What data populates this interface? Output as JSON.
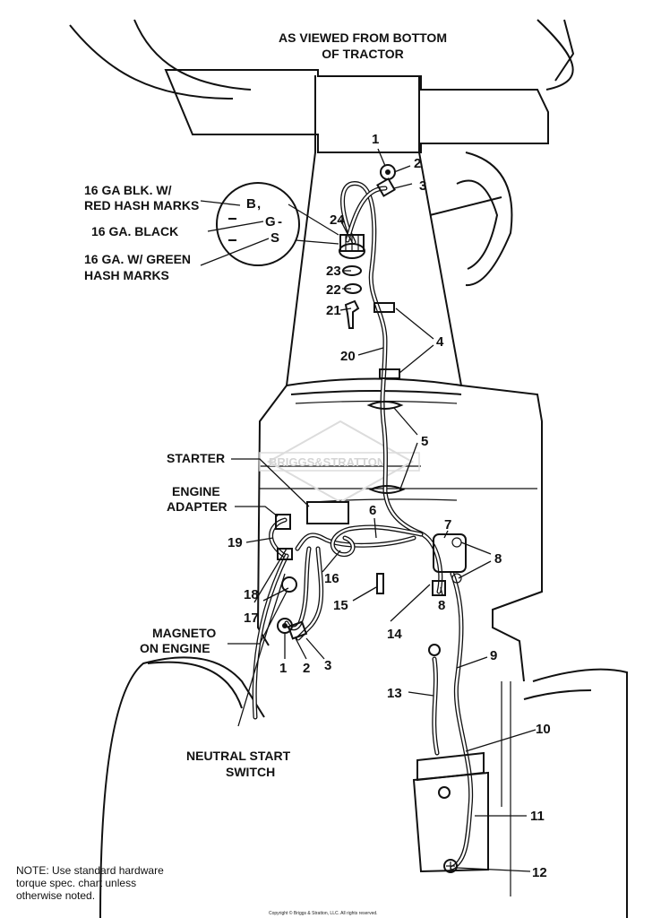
{
  "title": {
    "line1": "AS VIEWED FROM BOTTOM",
    "line2": "OF TRACTOR"
  },
  "callouts": {
    "wire_b": {
      "line1": "16 GA BLK. W/",
      "line2": "RED HASH MARKS"
    },
    "wire_g": "16 GA. BLACK",
    "wire_s": {
      "line1": "16 GA. W/ GREEN",
      "line2": "HASH MARKS"
    },
    "starter": "STARTER",
    "engine_adapter": {
      "line1": "ENGINE",
      "line2": "ADAPTER"
    },
    "magneto": {
      "line1": "MAGNETO",
      "line2": "ON ENGINE"
    },
    "neutral_switch": {
      "line1": "NEUTRAL START",
      "line2": "SWITCH"
    }
  },
  "ignition_terminals": {
    "b": "B",
    "g": "G",
    "s": "S"
  },
  "part_numbers": {
    "p1_top": "1",
    "p2_top": "2",
    "p3_top": "3",
    "p4": "4",
    "p5": "5",
    "p6": "6",
    "p7": "7",
    "p8_right": "8",
    "p8_lower": "8",
    "p9": "9",
    "p10": "10",
    "p11": "11",
    "p12": "12",
    "p13": "13",
    "p14": "14",
    "p15": "15",
    "p16": "16",
    "p17": "17",
    "p18": "18",
    "p19": "19",
    "p20": "20",
    "p21": "21",
    "p22": "22",
    "p23": "23",
    "p24": "24",
    "p1_bottom": "1",
    "p2_bottom": "2",
    "p3_bottom": "3"
  },
  "watermark": "BRIGGS&STRATTON",
  "note": {
    "line1": "NOTE:  Use standard hardware",
    "line2": "torque spec. chart unless",
    "line3": "otherwise noted."
  },
  "copyright": "Copyright © Briggs & Stratton, LLC. All rights reserved."
}
